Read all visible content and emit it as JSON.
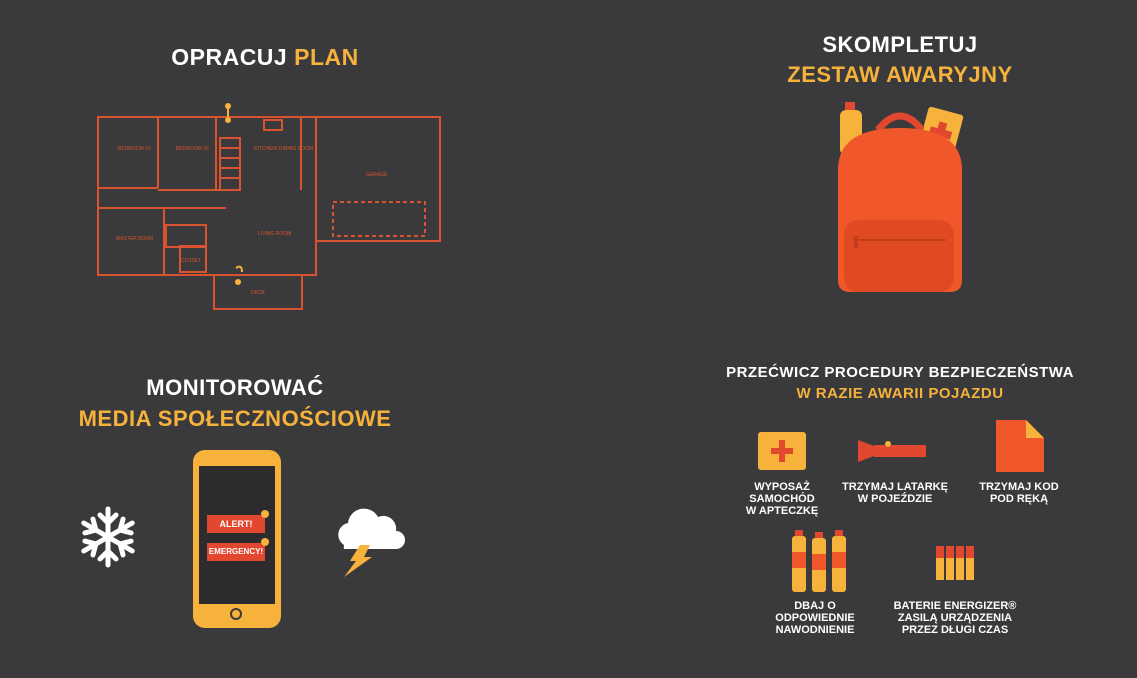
{
  "plan": {
    "title_a": "OPRACUJ",
    "title_b": "PLAN",
    "rooms": {
      "bedroom3": "BEDROOM #3",
      "bedroom2": "BEDROOM #2",
      "kitchen": "KITCHEN/ DINING ROOM",
      "garage": "GARAGE",
      "master": "MASTER BDRM",
      "living": "LIVING ROOM",
      "closet": "CLOSET",
      "deck": "DECK"
    }
  },
  "kit": {
    "title_a": "SKOMPLETUJ",
    "title_b": "ZESTAW AWARYJNY"
  },
  "media": {
    "title_a": "MONITOROWAĆ",
    "title_b": "MEDIA SPOŁECZNOŚCIOWE",
    "alert": "ALERT!",
    "emergency": "EMERGENCY!"
  },
  "practice": {
    "title_a": "PRZEĆWICZ PROCEDURY BEZPIECZEŃSTWA",
    "title_b": "W RAZIE AWARII POJAZDU",
    "items": [
      {
        "l1": "WYPOSAŻ",
        "l2": "SAMOCHÓD",
        "l3": "W APTECZKĘ"
      },
      {
        "l1": "TRZYMAJ LATARKĘ",
        "l2": "W POJEŹDZIE"
      },
      {
        "l1": "TRZYMAJ KOD",
        "l2": "POD RĘKĄ"
      },
      {
        "l1": "DBAJ O",
        "l2": "ODPOWIEDNIE",
        "l3": "NAWODNIENIE"
      },
      {
        "l1": "BATERIE ENERGIZER®",
        "l2": "ZASILĄ URZĄDZENIA",
        "l3": "PRZEZ DŁUGI CZAS"
      }
    ]
  },
  "colors": {
    "background": "#3a3a3c",
    "accent": "#f7b23b",
    "orange": "#f0582b",
    "red": "#e2472f",
    "plan_line": "#d9532e"
  }
}
